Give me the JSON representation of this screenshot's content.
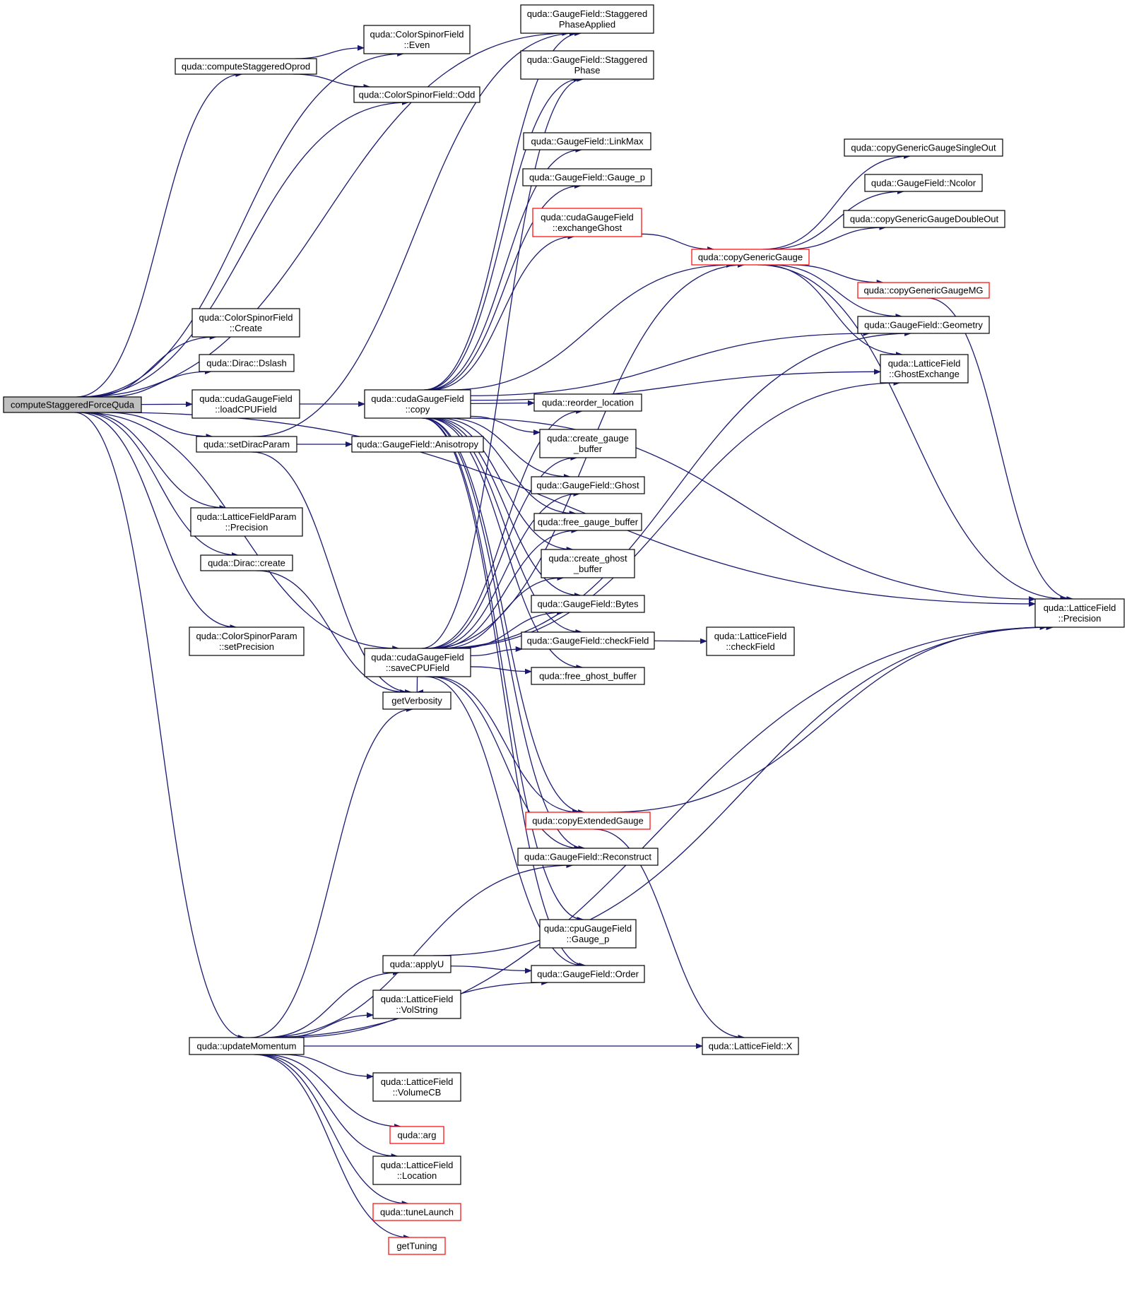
{
  "colors": {
    "edge": "#191970",
    "border": "#000000",
    "truncated_border": "#ff0000",
    "root_fill": "#bfbfbf"
  },
  "nodes": [
    {
      "id": "root",
      "lines": [
        "computeStaggeredForceQuda"
      ],
      "kind": "root"
    },
    {
      "id": "cso",
      "lines": [
        "quda::computeStaggeredOprod"
      ]
    },
    {
      "id": "even",
      "lines": [
        "quda::ColorSpinorField",
        "::Even"
      ]
    },
    {
      "id": "odd",
      "lines": [
        "quda::ColorSpinorField::Odd"
      ]
    },
    {
      "id": "spa",
      "lines": [
        "quda::GaugeField::Staggered",
        "PhaseApplied"
      ]
    },
    {
      "id": "sph",
      "lines": [
        "quda::GaugeField::Staggered",
        "Phase"
      ]
    },
    {
      "id": "linkmax",
      "lines": [
        "quda::GaugeField::LinkMax"
      ]
    },
    {
      "id": "gaugep",
      "lines": [
        "quda::GaugeField::Gauge_p"
      ]
    },
    {
      "id": "exghost",
      "lines": [
        "quda::cudaGaugeField",
        "::exchangeGhost"
      ],
      "kind": "red"
    },
    {
      "id": "cgg",
      "lines": [
        "quda::copyGenericGauge"
      ],
      "kind": "red"
    },
    {
      "id": "cggso",
      "lines": [
        "quda::copyGenericGaugeSingleOut"
      ]
    },
    {
      "id": "ncolor",
      "lines": [
        "quda::GaugeField::Ncolor"
      ]
    },
    {
      "id": "cggdo",
      "lines": [
        "quda::copyGenericGaugeDoubleOut"
      ]
    },
    {
      "id": "cggmg",
      "lines": [
        "quda::copyGenericGaugeMG"
      ],
      "kind": "red"
    },
    {
      "id": "geom",
      "lines": [
        "quda::GaugeField::Geometry"
      ]
    },
    {
      "id": "ghostex",
      "lines": [
        "quda::LatticeField",
        "::GhostExchange"
      ]
    },
    {
      "id": "csfc",
      "lines": [
        "quda::ColorSpinorField",
        "::Create"
      ]
    },
    {
      "id": "dslash",
      "lines": [
        "quda::Dirac::Dslash"
      ]
    },
    {
      "id": "loadcpu",
      "lines": [
        "quda::cudaGaugeField",
        "::loadCPUField"
      ]
    },
    {
      "id": "copy",
      "lines": [
        "quda::cudaGaugeField",
        "::copy"
      ]
    },
    {
      "id": "reorder",
      "lines": [
        "quda::reorder_location"
      ]
    },
    {
      "id": "cgbuf",
      "lines": [
        "quda::create_gauge",
        "_buffer"
      ]
    },
    {
      "id": "setdirac",
      "lines": [
        "quda::setDiracParam"
      ]
    },
    {
      "id": "aniso",
      "lines": [
        "quda::GaugeField::Anisotropy"
      ]
    },
    {
      "id": "ghost",
      "lines": [
        "quda::GaugeField::Ghost"
      ]
    },
    {
      "id": "fgbuf",
      "lines": [
        "quda::free_gauge_buffer"
      ]
    },
    {
      "id": "lfpprec",
      "lines": [
        "quda::LatticeFieldParam",
        "::Precision"
      ]
    },
    {
      "id": "cghbuf",
      "lines": [
        "quda::create_ghost",
        "_buffer"
      ]
    },
    {
      "id": "dcreate",
      "lines": [
        "quda::Dirac::create"
      ]
    },
    {
      "id": "bytes",
      "lines": [
        "quda::GaugeField::Bytes"
      ]
    },
    {
      "id": "lfprec",
      "lines": [
        "quda::LatticeField",
        "::Precision"
      ]
    },
    {
      "id": "csp",
      "lines": [
        "quda::ColorSpinorParam",
        "::setPrecision"
      ]
    },
    {
      "id": "savecpu",
      "lines": [
        "quda::cudaGaugeField",
        "::saveCPUField"
      ]
    },
    {
      "id": "checkfield",
      "lines": [
        "quda::GaugeField::checkField"
      ]
    },
    {
      "id": "lfcheck",
      "lines": [
        "quda::LatticeField",
        "::checkField"
      ]
    },
    {
      "id": "fghbuf",
      "lines": [
        "quda::free_ghost_buffer"
      ]
    },
    {
      "id": "verb",
      "lines": [
        "getVerbosity"
      ]
    },
    {
      "id": "ceg",
      "lines": [
        "quda::copyExtendedGauge"
      ],
      "kind": "red"
    },
    {
      "id": "recon",
      "lines": [
        "quda::GaugeField::Reconstruct"
      ]
    },
    {
      "id": "cpugp",
      "lines": [
        "quda::cpuGaugeField",
        "::Gauge_p"
      ]
    },
    {
      "id": "applyu",
      "lines": [
        "quda::applyU"
      ]
    },
    {
      "id": "order",
      "lines": [
        "quda::GaugeField::Order"
      ]
    },
    {
      "id": "volstr",
      "lines": [
        "quda::LatticeField",
        "::VolString"
      ]
    },
    {
      "id": "updmom",
      "lines": [
        "quda::updateMomentum"
      ]
    },
    {
      "id": "lfx",
      "lines": [
        "quda::LatticeField::X"
      ]
    },
    {
      "id": "volcb",
      "lines": [
        "quda::LatticeField",
        "::VolumeCB"
      ]
    },
    {
      "id": "arg",
      "lines": [
        "quda::arg"
      ],
      "kind": "red"
    },
    {
      "id": "loc",
      "lines": [
        "quda::LatticeField",
        "::Location"
      ]
    },
    {
      "id": "tune",
      "lines": [
        "quda::tuneLaunch"
      ],
      "kind": "red"
    },
    {
      "id": "gettune",
      "lines": [
        "getTuning"
      ],
      "kind": "red"
    }
  ],
  "edges": [
    [
      "root",
      "even"
    ],
    [
      "root",
      "cso"
    ],
    [
      "root",
      "odd"
    ],
    [
      "root",
      "spa"
    ],
    [
      "root",
      "lfprec"
    ],
    [
      "root",
      "csfc"
    ],
    [
      "root",
      "dslash"
    ],
    [
      "root",
      "loadcpu"
    ],
    [
      "root",
      "setdirac"
    ],
    [
      "root",
      "savecpu"
    ],
    [
      "root",
      "lfpprec"
    ],
    [
      "root",
      "dcreate"
    ],
    [
      "root",
      "csp"
    ],
    [
      "root",
      "updmom"
    ],
    [
      "cso",
      "even"
    ],
    [
      "cso",
      "odd"
    ],
    [
      "loadcpu",
      "copy"
    ],
    [
      "setdirac",
      "spa"
    ],
    [
      "setdirac",
      "aniso"
    ],
    [
      "setdirac",
      "verb"
    ],
    [
      "dcreate",
      "verb"
    ],
    [
      "copy",
      "sph"
    ],
    [
      "copy",
      "spa"
    ],
    [
      "copy",
      "linkmax"
    ],
    [
      "copy",
      "gaugep"
    ],
    [
      "copy",
      "exghost"
    ],
    [
      "copy",
      "cgg"
    ],
    [
      "copy",
      "geom"
    ],
    [
      "copy",
      "ghostex"
    ],
    [
      "copy",
      "lfprec"
    ],
    [
      "copy",
      "reorder"
    ],
    [
      "copy",
      "cgbuf"
    ],
    [
      "copy",
      "ghost"
    ],
    [
      "copy",
      "fgbuf"
    ],
    [
      "copy",
      "cghbuf"
    ],
    [
      "copy",
      "bytes"
    ],
    [
      "copy",
      "checkfield"
    ],
    [
      "copy",
      "fghbuf"
    ],
    [
      "copy",
      "ceg"
    ],
    [
      "copy",
      "recon"
    ],
    [
      "copy",
      "cpugp"
    ],
    [
      "copy",
      "order"
    ],
    [
      "exghost",
      "cgg"
    ],
    [
      "cgg",
      "cggso"
    ],
    [
      "cgg",
      "ncolor"
    ],
    [
      "cgg",
      "cggdo"
    ],
    [
      "cgg",
      "cggmg"
    ],
    [
      "cgg",
      "geom"
    ],
    [
      "cgg",
      "ghostex"
    ],
    [
      "cgg",
      "lfprec"
    ],
    [
      "cggmg",
      "lfprec"
    ],
    [
      "savecpu",
      "reorder"
    ],
    [
      "savecpu",
      "cgbuf"
    ],
    [
      "savecpu",
      "ghost"
    ],
    [
      "savecpu",
      "fgbuf"
    ],
    [
      "savecpu",
      "cghbuf"
    ],
    [
      "savecpu",
      "bytes"
    ],
    [
      "savecpu",
      "checkfield"
    ],
    [
      "savecpu",
      "fghbuf"
    ],
    [
      "savecpu",
      "cgg"
    ],
    [
      "savecpu",
      "geom"
    ],
    [
      "savecpu",
      "ghostex"
    ],
    [
      "savecpu",
      "ceg"
    ],
    [
      "savecpu",
      "recon"
    ],
    [
      "savecpu",
      "order"
    ],
    [
      "savecpu",
      "sph"
    ],
    [
      "savecpu",
      "verb"
    ],
    [
      "checkfield",
      "lfcheck"
    ],
    [
      "ceg",
      "lfprec"
    ],
    [
      "ceg",
      "lfx"
    ],
    [
      "applyu",
      "order"
    ],
    [
      "applyu",
      "lfprec"
    ],
    [
      "updmom",
      "verb"
    ],
    [
      "updmom",
      "recon"
    ],
    [
      "updmom",
      "applyu"
    ],
    [
      "updmom",
      "order"
    ],
    [
      "updmom",
      "volstr"
    ],
    [
      "updmom",
      "lfx"
    ],
    [
      "updmom",
      "volcb"
    ],
    [
      "updmom",
      "arg"
    ],
    [
      "updmom",
      "loc"
    ],
    [
      "updmom",
      "tune"
    ],
    [
      "updmom",
      "gettune"
    ],
    [
      "updmom",
      "lfprec"
    ]
  ]
}
